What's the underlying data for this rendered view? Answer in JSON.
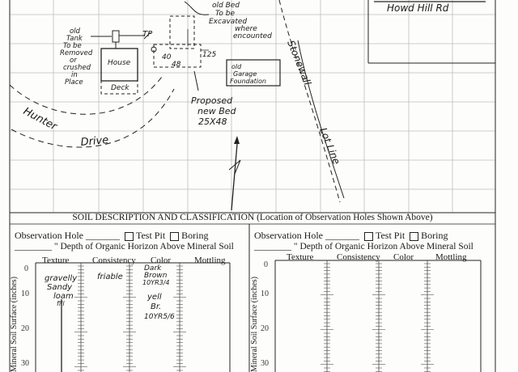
{
  "sketch": {
    "road_name": "Howd Hill Rd",
    "note_old_bed": [
      "old Bed",
      "To be",
      "Excavated",
      "where",
      "encounted"
    ],
    "note_old_tank": [
      "old",
      "Tank",
      "To be",
      "Removed",
      "or",
      "crushed",
      "in",
      "Place"
    ],
    "house_label": "House",
    "deck_label": "Deck",
    "tp_label": "TP",
    "dim_40": "40",
    "dim_48": "48",
    "dim_125": "125",
    "garage_label": [
      "old",
      "Garage",
      "Foundation"
    ],
    "proposed_bed": [
      "Proposed",
      "new Bed",
      "25X48"
    ],
    "hunter_drive": [
      "Hunter",
      "Drive"
    ],
    "stonewall_lot_line": [
      "Stonewall",
      "Lot Line"
    ]
  },
  "form": {
    "section_title": "SOIL DESCRIPTION AND CLASSIFICATION (Location of Observation Holes Shown Above)",
    "left": {
      "observation_hole": "Observation Hole _______",
      "test_pit": "Test Pit",
      "boring": "Boring",
      "depth_line": "________ \" Depth of Organic Horizon Above Mineral Soil",
      "columns": [
        "Texture",
        "Consistency",
        "Color",
        "Mottling"
      ],
      "y_axis_label": "Mineral Soil Surface (inches)",
      "depth_ticks": [
        "0",
        "10",
        "20",
        "30"
      ],
      "entries": {
        "texture": [
          "gravelly",
          "Sandy",
          "loam",
          "fill"
        ],
        "consistency": [
          "friable"
        ],
        "color_top": [
          "Dark",
          "Brown",
          "10YR3/4"
        ],
        "color_bottom": [
          "yell",
          "Br.",
          "10YR5/6"
        ]
      }
    },
    "right": {
      "observation_hole": "Observation Hole _______",
      "test_pit": "Test Pit",
      "boring": "Boring",
      "depth_line": "________ \" Depth of Organic Horizon Above Mineral Soil",
      "columns": [
        "Texture",
        "Consistency",
        "Color",
        "Mottling"
      ],
      "y_axis_label": "Mineral Soil Surface (inches)",
      "depth_ticks": [
        "0",
        "10",
        "20",
        "30"
      ]
    }
  }
}
